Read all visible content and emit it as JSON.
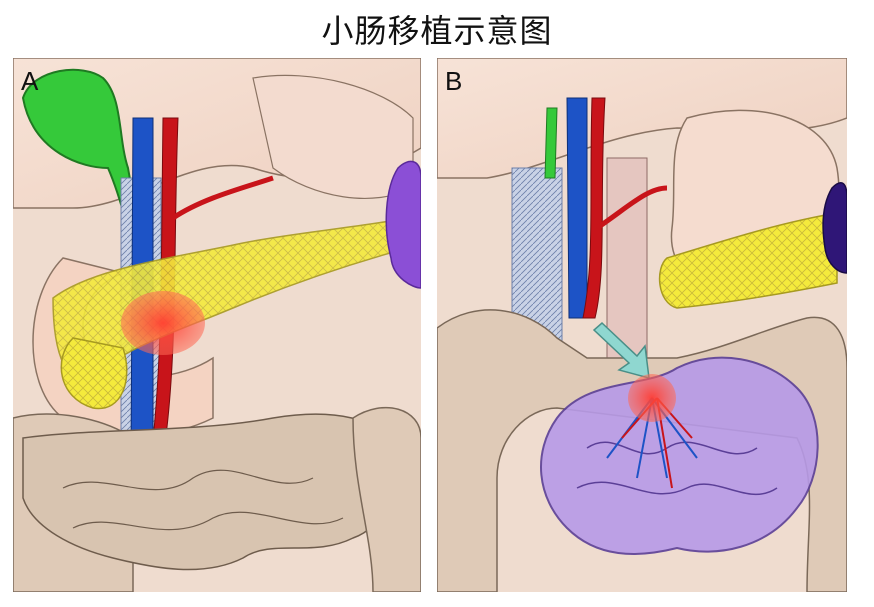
{
  "figure": {
    "title": "小肠移植示意图",
    "panels": [
      {
        "label": "A"
      },
      {
        "label": "B"
      }
    ],
    "colors": {
      "background": "#f2ddd0",
      "skin": "#f4d3c2",
      "gallbladder": "#35c93a",
      "vein": "#1d53c6",
      "artery": "#c8141a",
      "pancreas": "#f1e83a",
      "spleen": "#8b4fd6",
      "bowel": "#d9c7b5",
      "graft": "#b79ae8",
      "highlight": "#ff5a4f",
      "arrow": "#8fd7d0"
    }
  }
}
